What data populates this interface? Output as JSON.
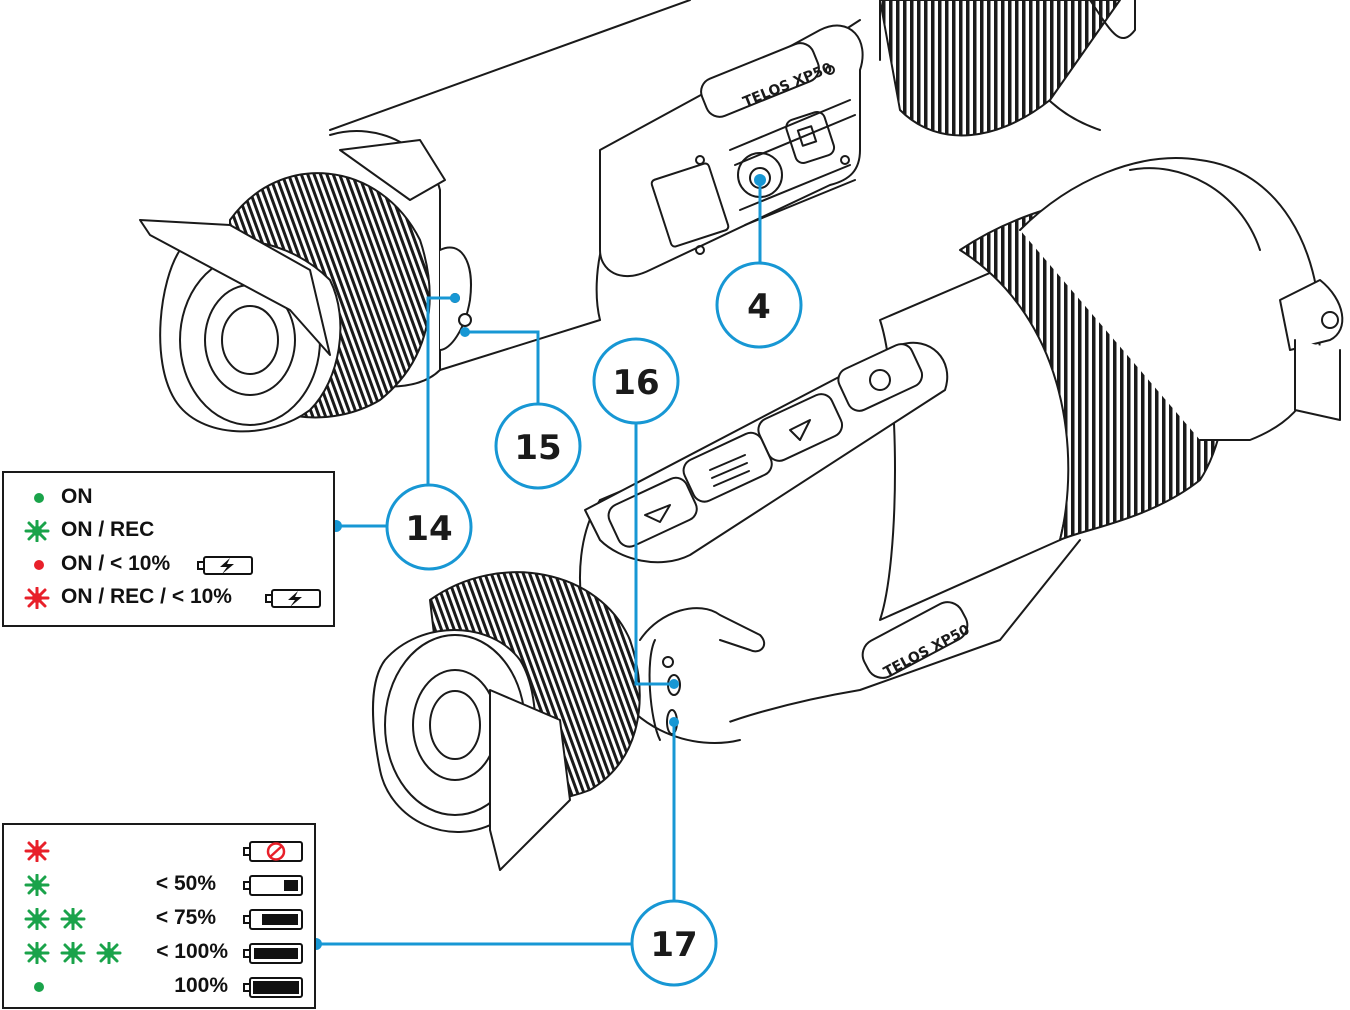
{
  "colors": {
    "accent": "#1797d4",
    "green": "#1aa34a",
    "red": "#e8202a",
    "outline": "#1a1a1a"
  },
  "device": {
    "brand_label": "TELOS XP50"
  },
  "callouts": [
    {
      "number": "4"
    },
    {
      "number": "14"
    },
    {
      "number": "15"
    },
    {
      "number": "16"
    },
    {
      "number": "17"
    }
  ],
  "legend_power": {
    "rows": [
      {
        "symbol": "green-dot-icon",
        "label": "ON",
        "battery": ""
      },
      {
        "symbol": "green-star-icon",
        "label": "ON / REC",
        "battery": ""
      },
      {
        "symbol": "red-dot-icon",
        "label": "ON / < 10%",
        "battery": "charging-battery-icon"
      },
      {
        "symbol": "red-star-icon",
        "label": "ON / REC / < 10%",
        "battery": "charging-battery-icon"
      }
    ]
  },
  "legend_charge": {
    "rows": [
      {
        "symbols": [
          "red-star-icon"
        ],
        "percent": "",
        "battery": "error-battery-icon"
      },
      {
        "symbols": [
          "green-star-icon"
        ],
        "percent": "< 50%",
        "battery": "battery-low-icon"
      },
      {
        "symbols": [
          "green-star-icon",
          "green-star-icon"
        ],
        "percent": "< 75%",
        "battery": "battery-medium-icon"
      },
      {
        "symbols": [
          "green-star-icon",
          "green-star-icon",
          "green-star-icon"
        ],
        "percent": "< 100%",
        "battery": "battery-high-icon"
      },
      {
        "symbols": [
          "green-dot-icon"
        ],
        "percent": "100%",
        "battery": "battery-full-icon"
      }
    ]
  }
}
